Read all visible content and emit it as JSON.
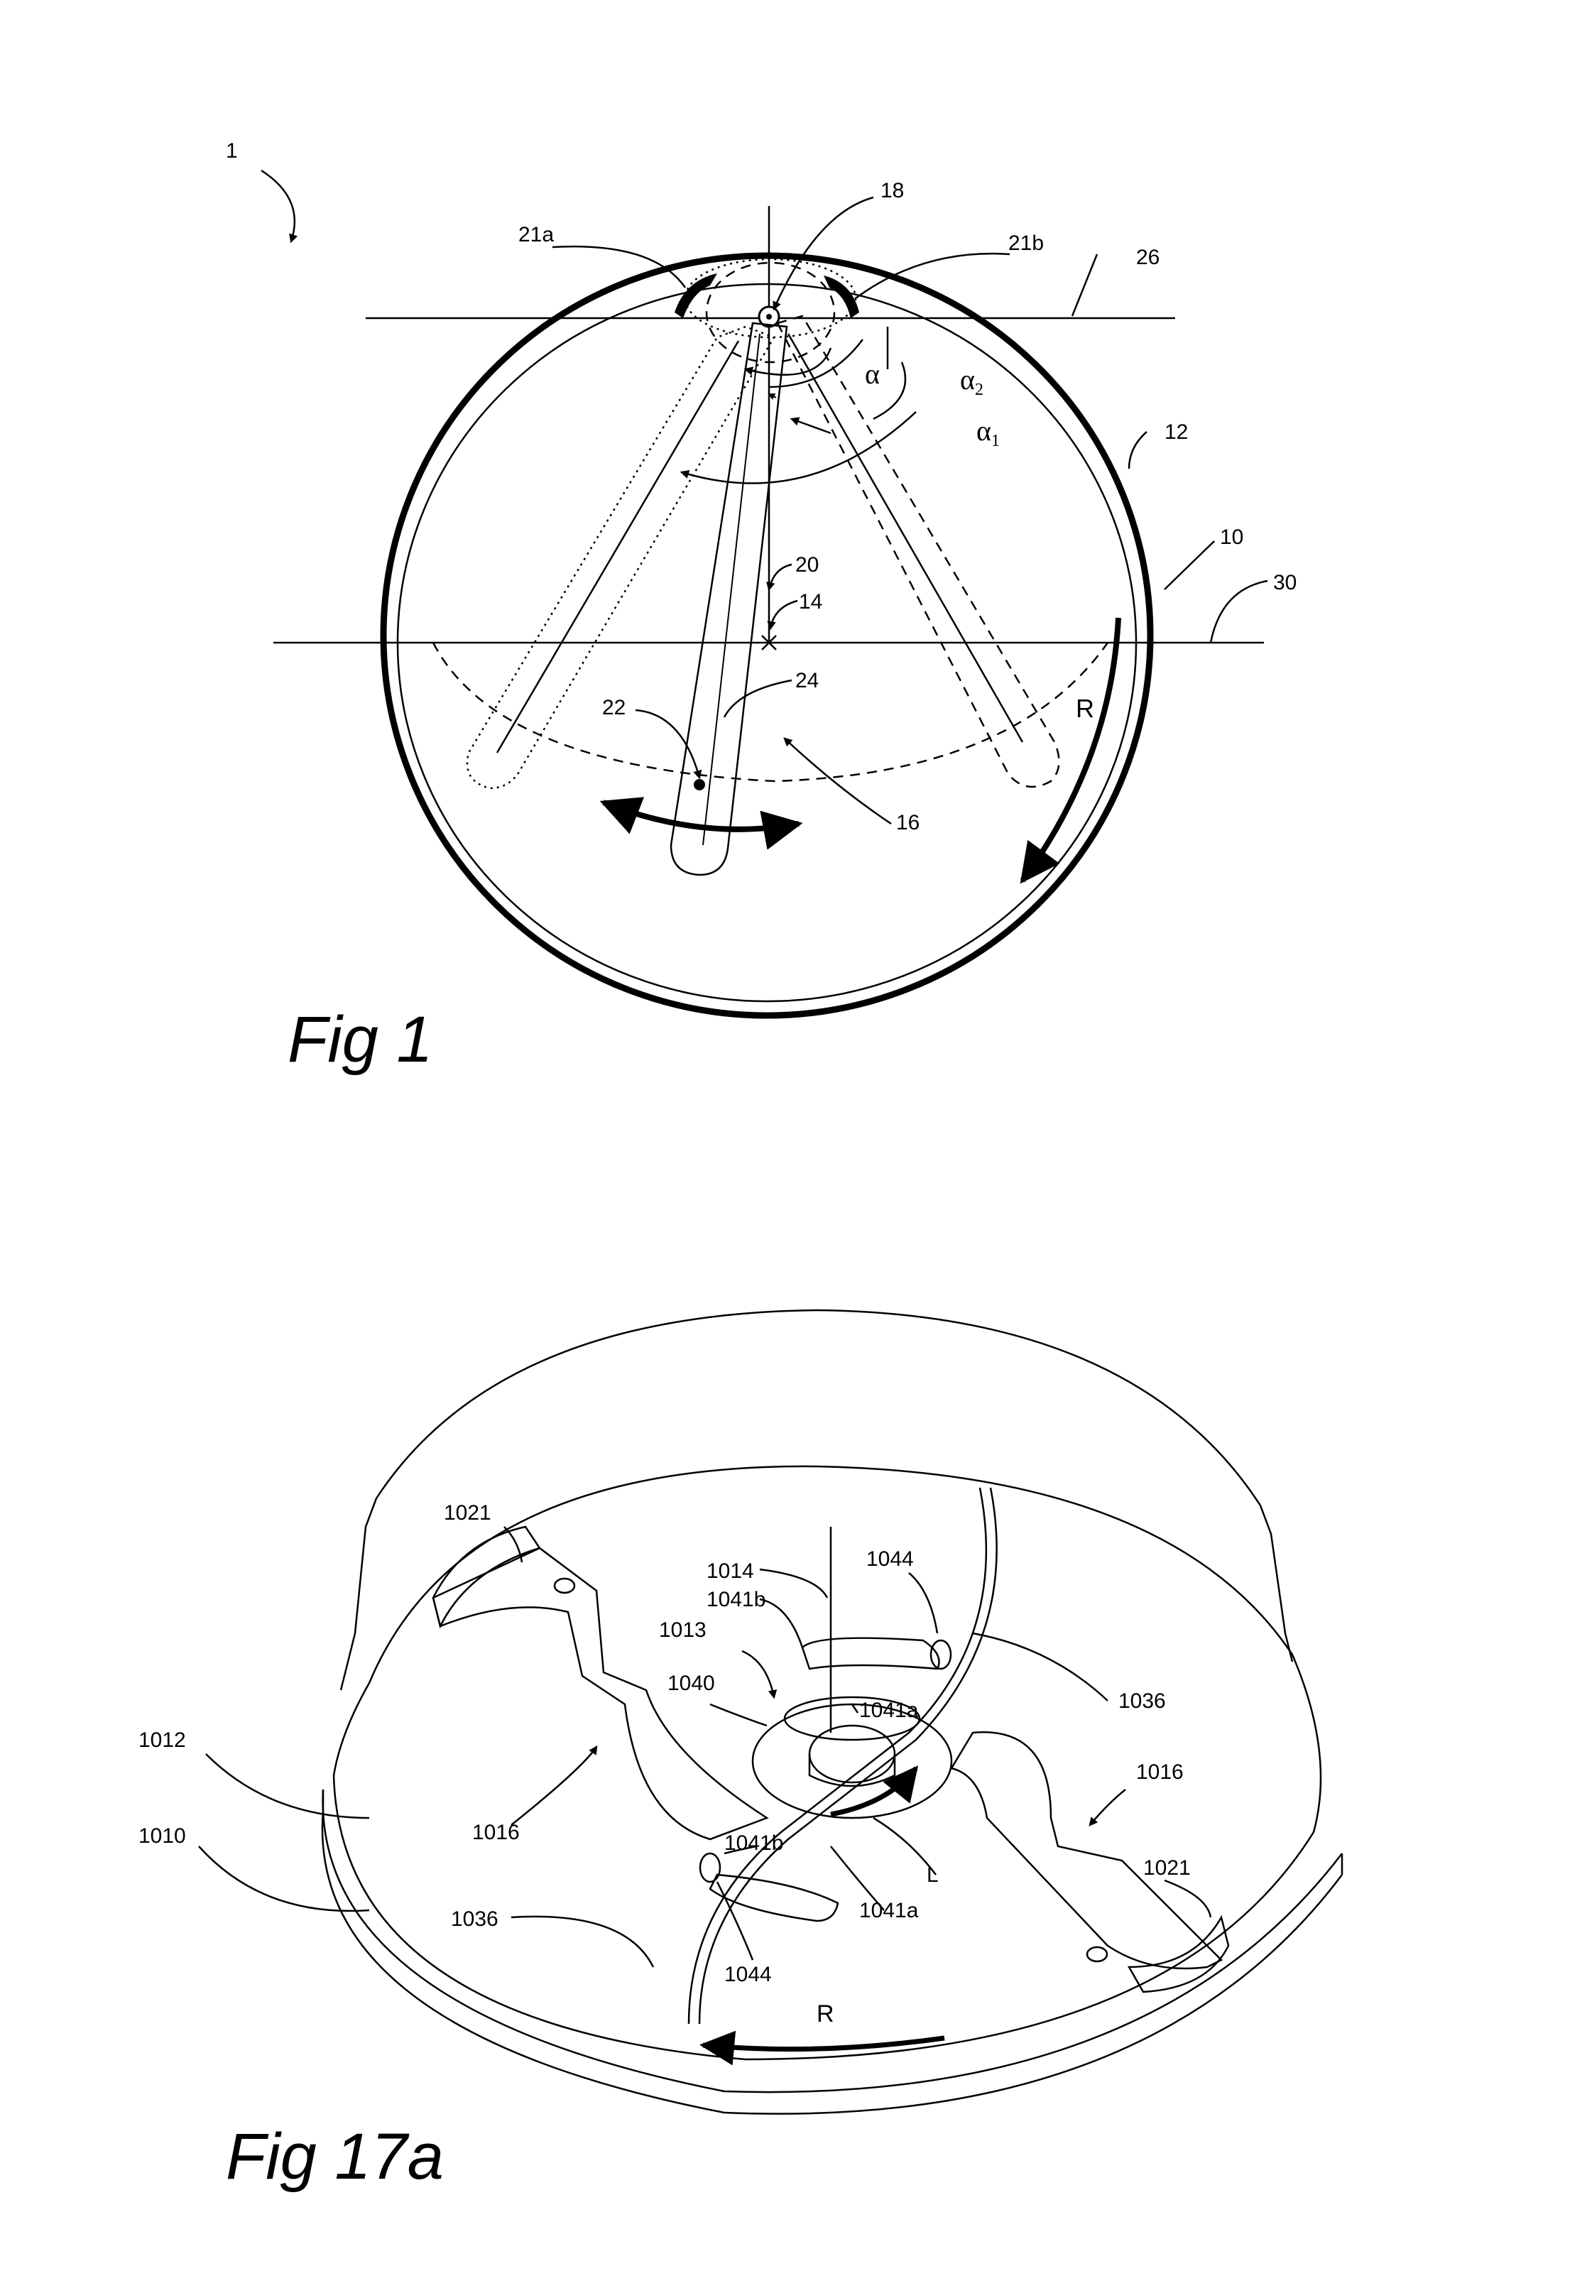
{
  "figure1": {
    "caption": "Fig 1",
    "labels": {
      "ref_1": "1",
      "ref_18": "18",
      "ref_21a": "21a",
      "ref_21b": "21b",
      "ref_26": "26",
      "ref_12": "12",
      "ref_10": "10",
      "ref_30": "30",
      "ref_20": "20",
      "ref_14": "14",
      "ref_24": "24",
      "ref_22": "22",
      "ref_16": "16",
      "ref_R": "R",
      "alpha": "α",
      "alpha2": "α",
      "alpha2_sub": "2",
      "alpha1": "α",
      "alpha1_sub": "1"
    }
  },
  "figure17a": {
    "caption": "Fig 17a",
    "labels": {
      "ref_1021_left": "1021",
      "ref_1014": "1014",
      "ref_1044_top": "1044",
      "ref_1041b_top": "1041b",
      "ref_1013": "1013",
      "ref_1040": "1040",
      "ref_1041a_top": "1041a",
      "ref_1036_right": "1036",
      "ref_1016_right": "1016",
      "ref_1012": "1012",
      "ref_1010": "1010",
      "ref_1016_left": "1016",
      "ref_1041b_bottom": "1041b",
      "ref_1041a_bottom": "1041a",
      "ref_L": "L",
      "ref_1021_right": "1021",
      "ref_1036_left": "1036",
      "ref_1044_bottom": "1044",
      "ref_R": "R"
    }
  },
  "colors": {
    "ink": "#000000",
    "paper": "#ffffff"
  }
}
